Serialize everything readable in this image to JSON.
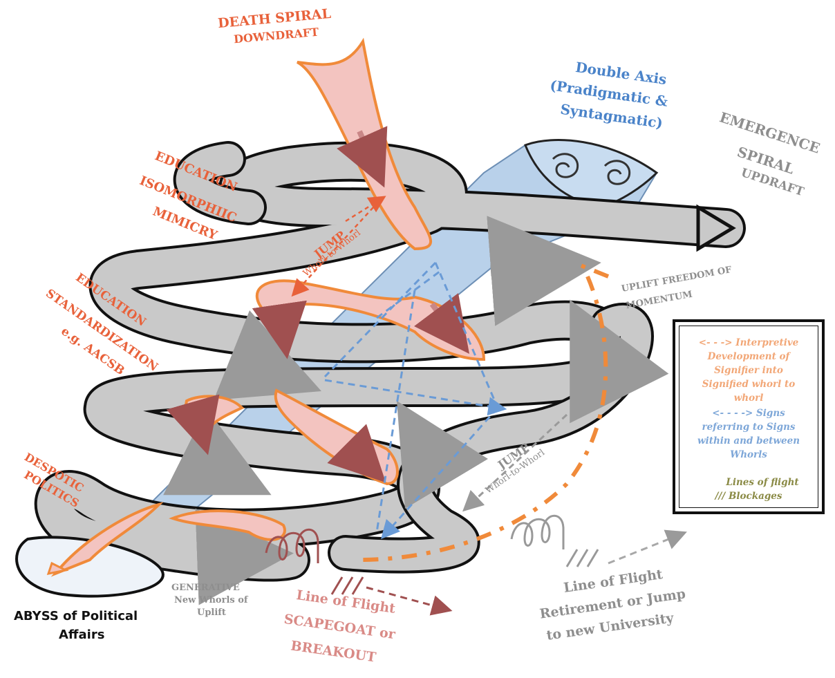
{
  "labels": {
    "death_spiral": "DEATH SPIRAL",
    "downdraft": "DOWNDRAFT",
    "double_axis_1": "Double Axis",
    "double_axis_2": "(Pradigmatic &",
    "double_axis_3": "Syntagmatic)",
    "emergence_1": "EMERGENCE",
    "emergence_2": "SPIRAL",
    "emergence_3": "UPDRAFT",
    "iso_1": "EDUCATION",
    "iso_2": "ISOMORPHIIC",
    "iso_3": "MIMICRY",
    "jump_top_1": "JUMP",
    "jump_top_2": "Whorl-to-Whorl",
    "uplift_1": "UPLIFT FREEDOM OF",
    "uplift_2": "MOMENTUM",
    "std_1": "EDUCATION",
    "std_2": "STANDARDIZATION",
    "std_3": "e.g. AACSB",
    "despotic_1": "DESPOTIC",
    "despotic_2": "POLITICS",
    "jump_bottom_1": "JUMP",
    "jump_bottom_2": "Whorl-to-Whorl",
    "generative_1": "GENERATIVE",
    "generative_2": "New Whorls of",
    "generative_3": "Uplift",
    "abyss_1": "ABYSS of Political",
    "abyss_2": "Affairs",
    "scapegoat_1": "Line of Flight",
    "scapegoat_2": "SCAPEGOAT or",
    "scapegoat_3": "BREAKOUT",
    "retire_1": "Line of Flight",
    "retire_2": "Retirement or Jump",
    "retire_3": "to new University"
  },
  "legend": {
    "l1": "<- - -> Interpretive",
    "l2": "Development of",
    "l3": "Signifier into",
    "l4": "Signified whorl to",
    "l5": "whorl",
    "l6": "<- - - -> Signs",
    "l7": "referring to Signs",
    "l8": "within and between",
    "l9": "Whorls",
    "l10": "Lines of flight",
    "l11": "/// Blockages"
  },
  "colors": {
    "orange_text": "#e8613a",
    "blue_text": "#4a83c9",
    "gray_text": "#8e8e8e",
    "pink_text": "#d98a86",
    "spiral_fill": "#c9c9c9",
    "axis_fill": "#b9d1ea",
    "downdraft_fill": "#f3c4c0",
    "legend_orange": "#f2a777",
    "legend_blue": "#7ea7d8",
    "legend_olive": "#8a8a45"
  }
}
